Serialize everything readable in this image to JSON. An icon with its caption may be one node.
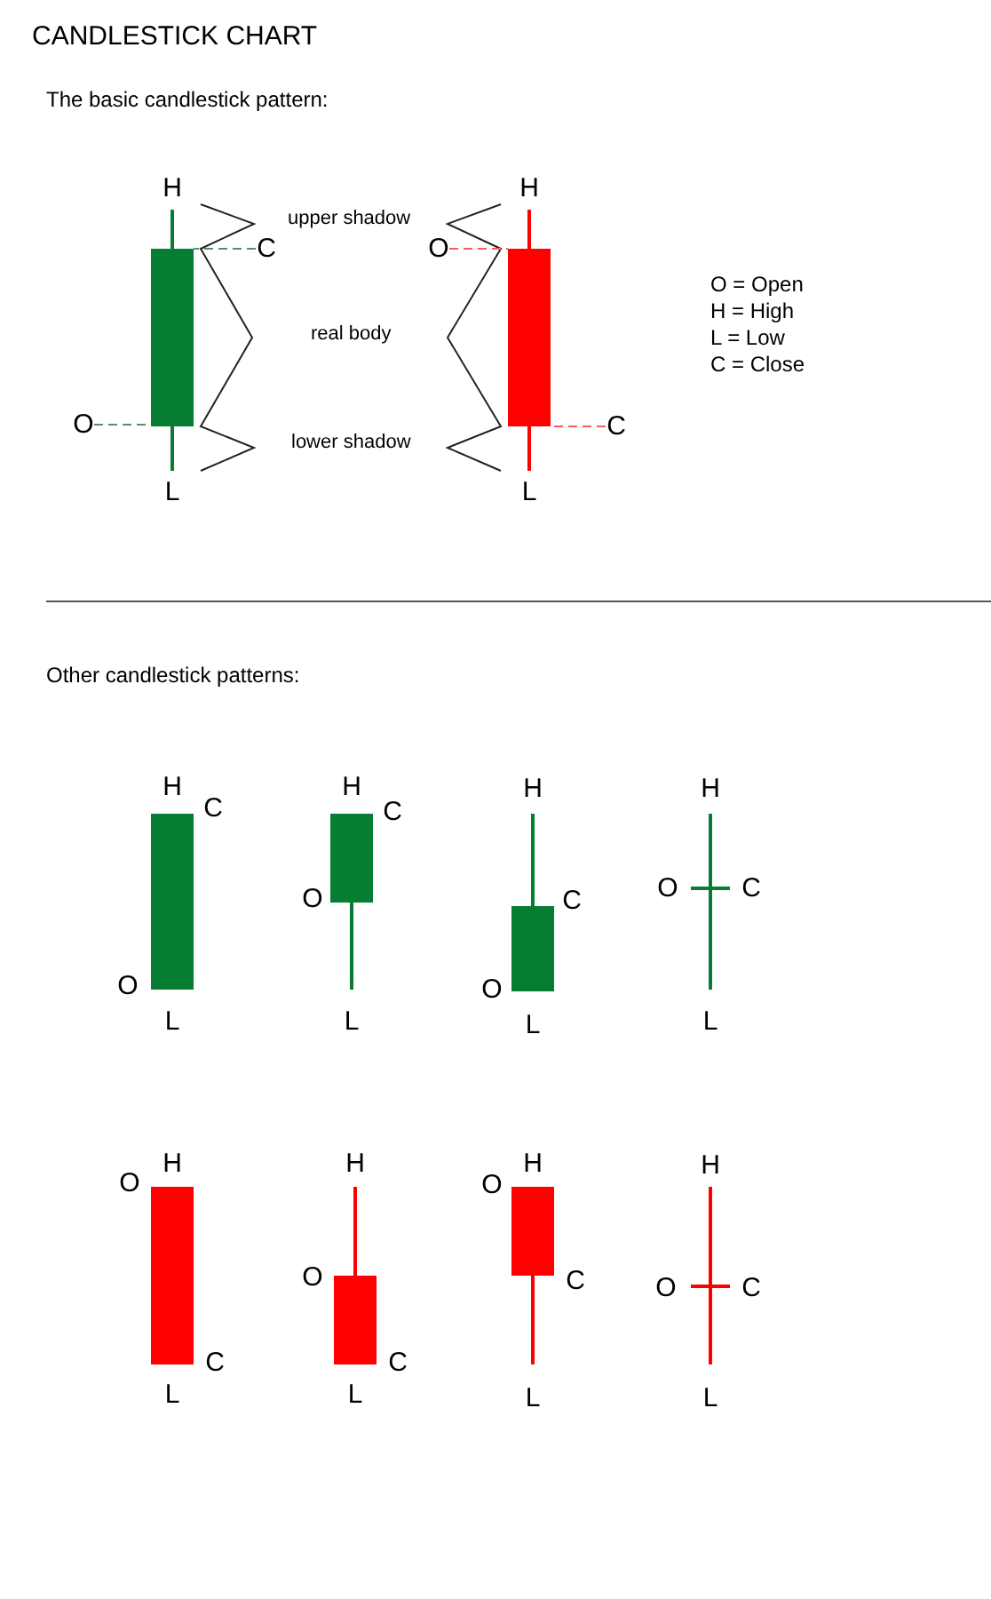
{
  "diagram": {
    "title": "CANDLESTICK CHART",
    "nodes": [
      {
        "text": [],
        "shape": "candlestick",
        "beside": [
          "H",
          "L"
        ]
      },
      {
        "text": [
          "C"
        ]
      },
      {
        "text": [
          "O"
        ]
      },
      {
        "text": [],
        "shape": "candlestick",
        "beside": [
          "H",
          "L"
        ]
      },
      {
        "text": [
          "O"
        ]
      },
      {
        "text": [
          "C"
        ]
      },
      {
        "text": [],
        "shape": "candlestick",
        "beside": [
          "H",
          "C",
          "O",
          "L"
        ]
      },
      {
        "text": [],
        "shape": "candlestick",
        "beside": [
          "H",
          "C",
          "O",
          "L"
        ]
      },
      {
        "text": [],
        "shape": "candlestick",
        "beside": [
          "H",
          "C",
          "O",
          "L"
        ]
      },
      {
        "text": [],
        "shape": "candlestick",
        "beside": [
          "H",
          "O",
          "C",
          "L"
        ]
      },
      {
        "text": [],
        "shape": "candlestick",
        "beside": [
          "O",
          "H",
          "C",
          "L"
        ]
      },
      {
        "text": [],
        "shape": "candlestick",
        "beside": [
          "H",
          "O",
          "C",
          "L"
        ]
      },
      {
        "text": [],
        "shape": "candlestick",
        "beside": [
          "O",
          "H",
          "C",
          "L"
        ]
      },
      {
        "text": [],
        "shape": "candlestick",
        "beside": [
          "H",
          "O",
          "C",
          "L"
        ]
      }
    ],
    "edges": [
      {
        "from": 1,
        "to": 0,
        "arrow": "none",
        "style": "dashed",
        "color": "#4f8f6f"
      },
      {
        "from": 2,
        "to": 0,
        "arrow": "none",
        "style": "dashed",
        "color": "#4f8f6f"
      },
      {
        "from": 4,
        "to": 3,
        "arrow": "none",
        "style": "dashed",
        "color": "#ff5a5a"
      },
      {
        "from": 5,
        "to": 3,
        "arrow": "none",
        "style": "dashed",
        "color": "#ff5a5a"
      }
    ],
    "labels": [
      "The basic candlestick pattern:",
      "upper shadow",
      "real body",
      "lower shadow",
      "O = Open",
      "H = High",
      "L = Low",
      "C = Close",
      "Other candlestick patterns:"
    ]
  }
}
